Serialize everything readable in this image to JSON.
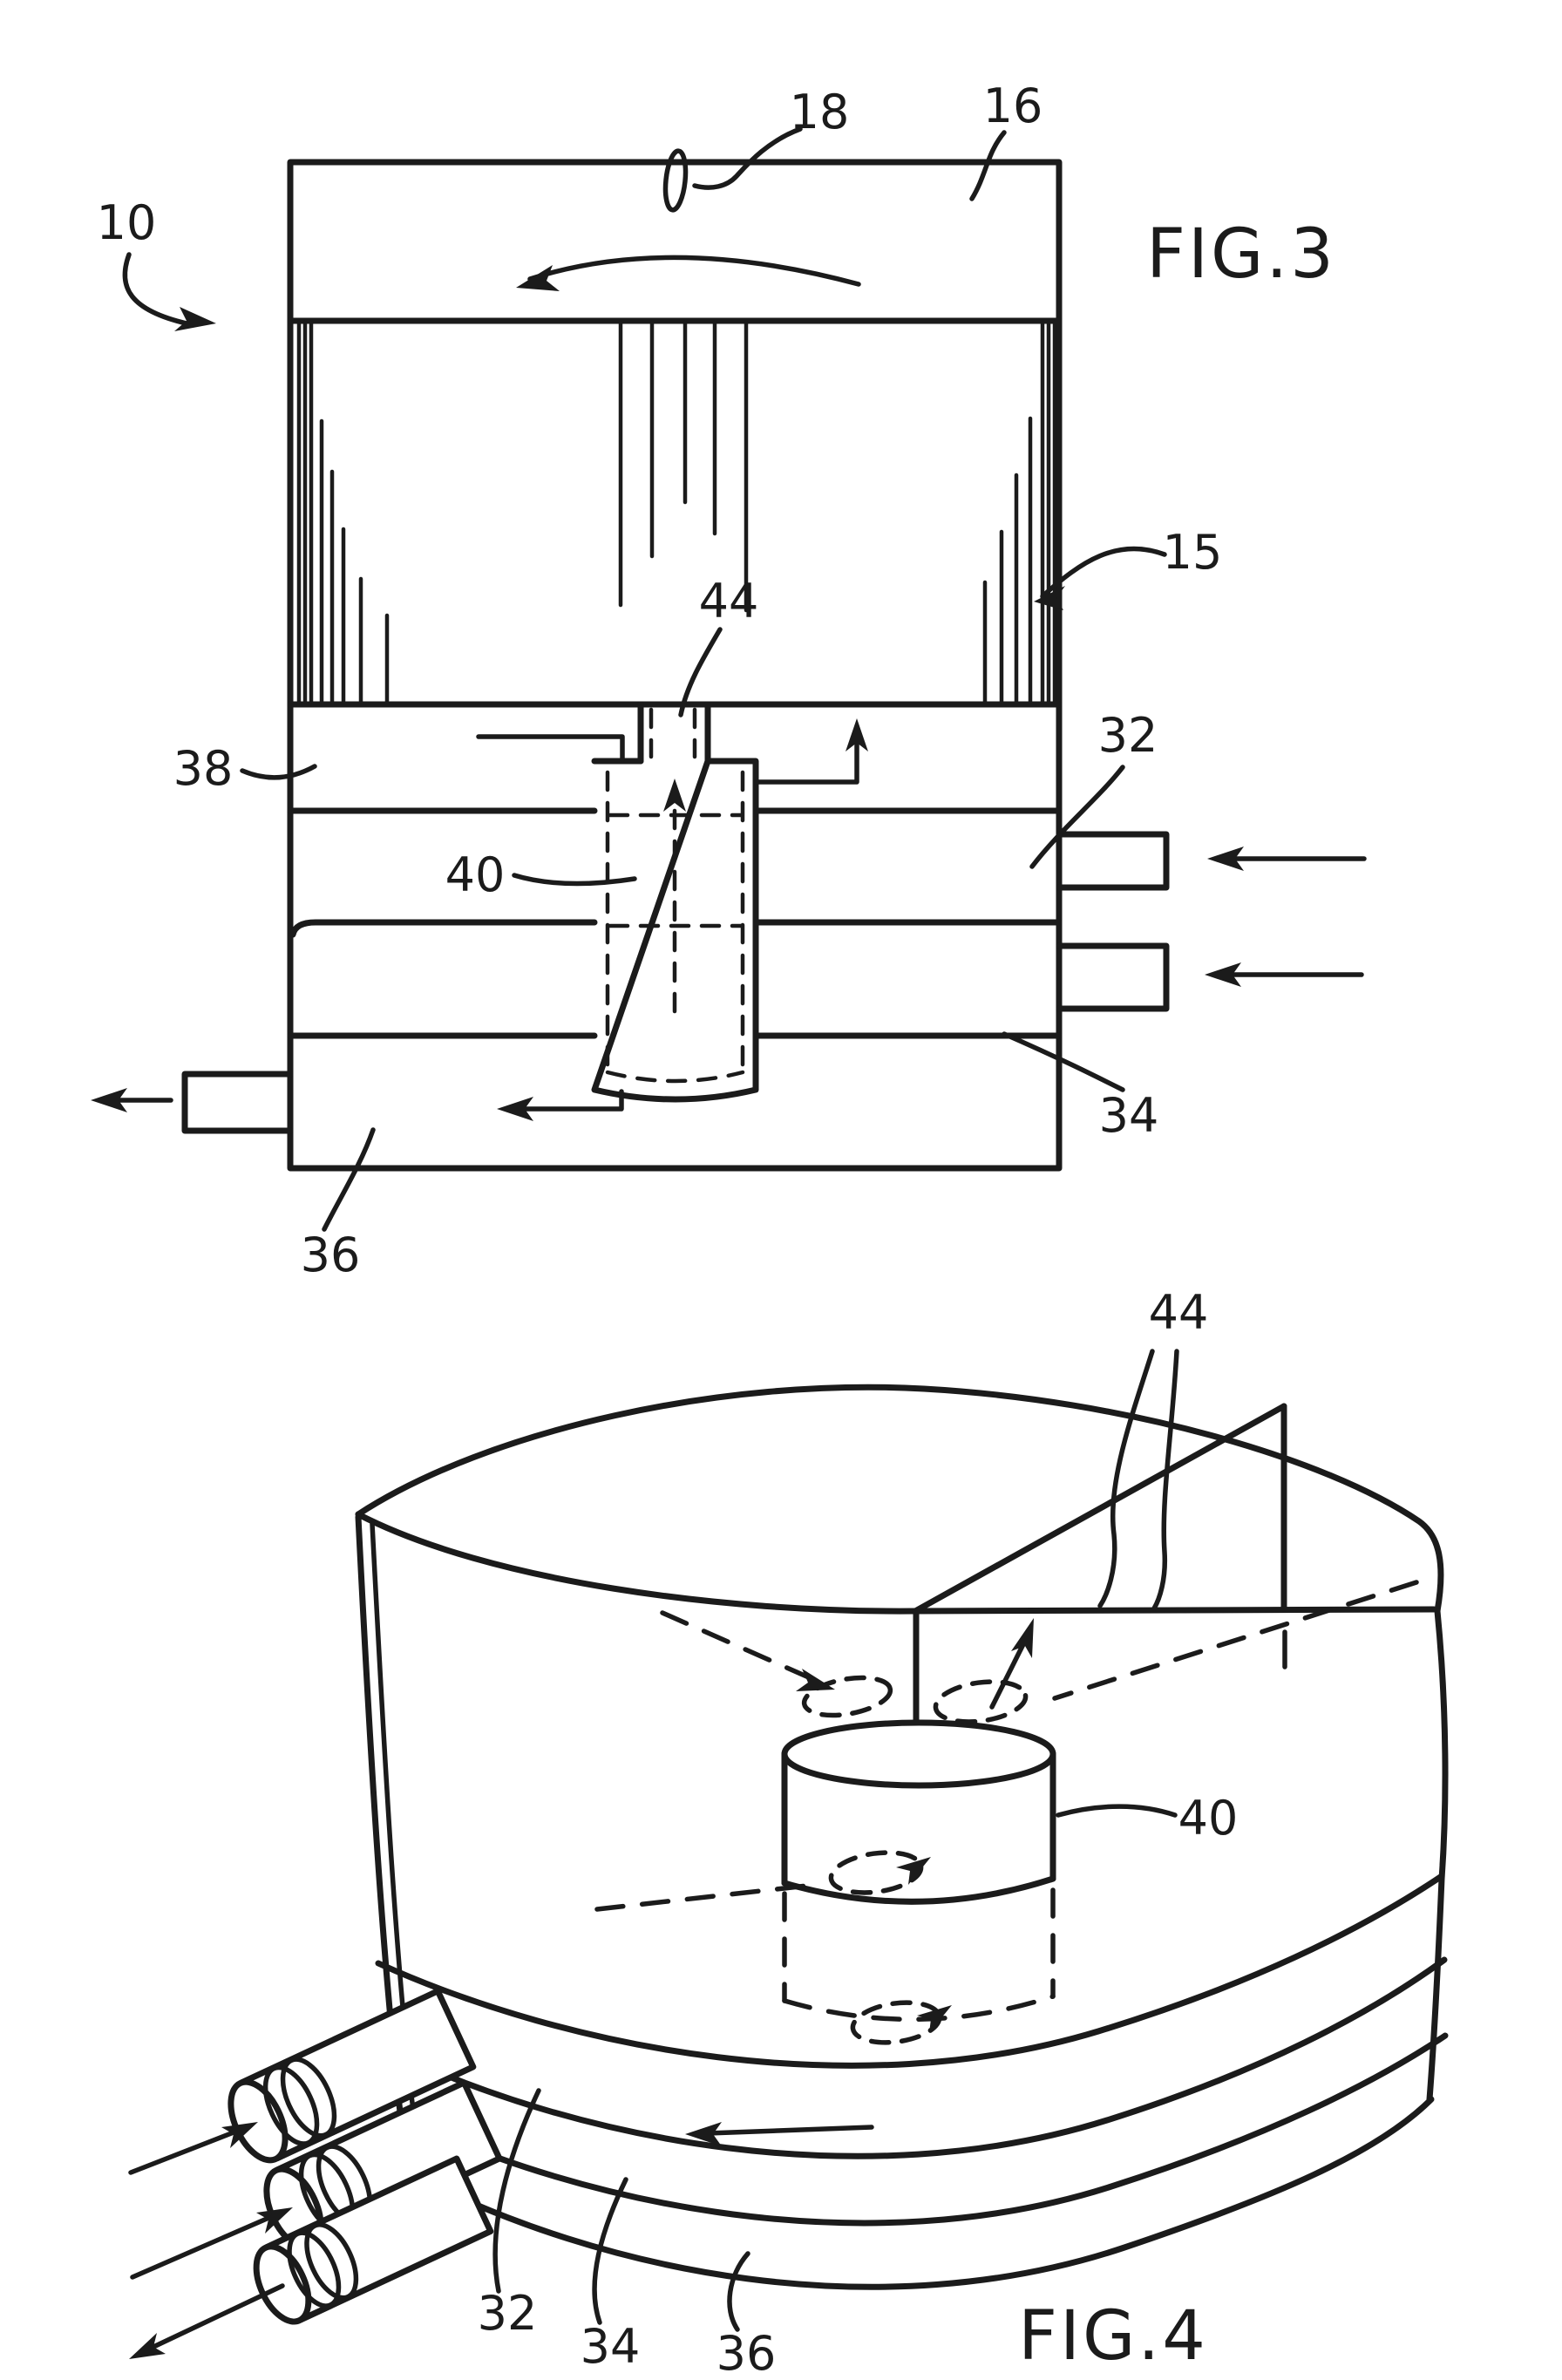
{
  "document": {
    "kind": "patent-figure-sheet",
    "ink_color": "#1b1b1b",
    "paper_color": "#ffffff"
  },
  "fig3": {
    "title": "FIG.3",
    "refs": {
      "r10": "10",
      "r18": "18",
      "r16": "16",
      "r15": "15",
      "r44": "44",
      "r38": "38",
      "r40": "40",
      "r32": "32",
      "r34": "34",
      "r36": "36"
    }
  },
  "fig4": {
    "title": "FIG.4",
    "refs": {
      "r44": "44",
      "r40": "40",
      "r32": "32",
      "r34": "34",
      "r36": "36"
    }
  }
}
